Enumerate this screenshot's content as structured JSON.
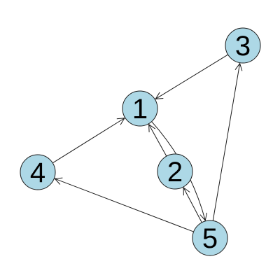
{
  "graph": {
    "node_fill": "#add8e6",
    "edge_color": "#1a1a1a",
    "nodes": [
      {
        "id": "1",
        "label": "1"
      },
      {
        "id": "2",
        "label": "2"
      },
      {
        "id": "3",
        "label": "3"
      },
      {
        "id": "4",
        "label": "4"
      },
      {
        "id": "5",
        "label": "5"
      }
    ],
    "edges": [
      {
        "from": "3",
        "to": "1"
      },
      {
        "from": "4",
        "to": "1"
      },
      {
        "from": "2",
        "to": "1"
      },
      {
        "from": "1",
        "to": "5"
      },
      {
        "from": "5",
        "to": "2"
      },
      {
        "from": "5",
        "to": "3"
      },
      {
        "from": "5",
        "to": "4"
      }
    ]
  }
}
